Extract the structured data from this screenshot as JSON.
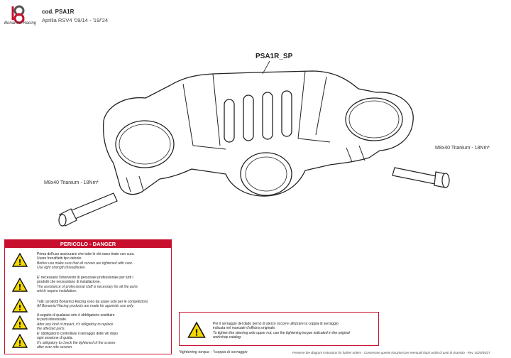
{
  "header": {
    "brand": "Bonamici Racing",
    "code": "cod. PSA1R",
    "model": "Aprilia RSV4  '09/14 - '19/'24",
    "logo_icon": "bonamici-b8-logo-icon"
  },
  "drawing": {
    "part_label": "PSA1R_SP",
    "bolt_left_label": "M8x40 Titanium - 18Nm*",
    "bolt_right_label": "M8x40 Titanium - 18Nm*"
  },
  "danger": {
    "title": "PERICOLO - DANGER",
    "icon": "warning-triangle-icon",
    "accent_color": "#c8102e",
    "messages": [
      {
        "it_1": "Prima dell'uso assicurarsi che tutte le viti siano tirate con cura.",
        "it_2": "Usare frenafiletti tipo debole.",
        "en_1": "Before use make sure that all screws are tightened with care.",
        "en_2": "Use light strength threadlocker."
      },
      {
        "it_1": "E' necessario l'intervento di personale professionale per tutti i",
        "it_2": "prodotti che necessitano di installazione.",
        "en_1": "The assistance of professional staff is necessary for all the parts",
        "en_2": "which require installation."
      },
      {
        "it_1": "Tutti i prodotti Bonamici Racing sono da usare solo per le competizioni.",
        "it_2": "",
        "en_1": "All Bonamici Racing products are made for agonistic use only.",
        "en_2": ""
      },
      {
        "it_1": "A seguito di qualsiasi urto è obbligatorio sostituire",
        "it_2": "le parti interessate.",
        "en_1": "After any kind of impact, it's obligatory to replace",
        "en_2": "the affected parts."
      },
      {
        "it_1": "E' obbligatorio controllare il serraggio delle viti dopo",
        "it_2": "ogni sessione di guida.",
        "en_1": "It's obligatory to check the tightened of the screws",
        "en_2": "after ever ride session."
      }
    ]
  },
  "steering_note": {
    "it_1": "Per il serraggio del dado perno di sterzo occorre utilizzare la coppia di serraggio",
    "it_2": "indicata nel manuale d'officina originale.",
    "en_1": "To tighten the steering axle upper nut, use the tightening torque indicated in the original",
    "en_2": "workshop catalog."
  },
  "footer": {
    "torque_note": "*tightening torque - *coppia di serraggio",
    "note": "Preserve the diagram instruction for further orders - Conservare queste istruzioni per eventuali futuri ordini di parti di ricambio - Rev. 2025/05/27"
  }
}
